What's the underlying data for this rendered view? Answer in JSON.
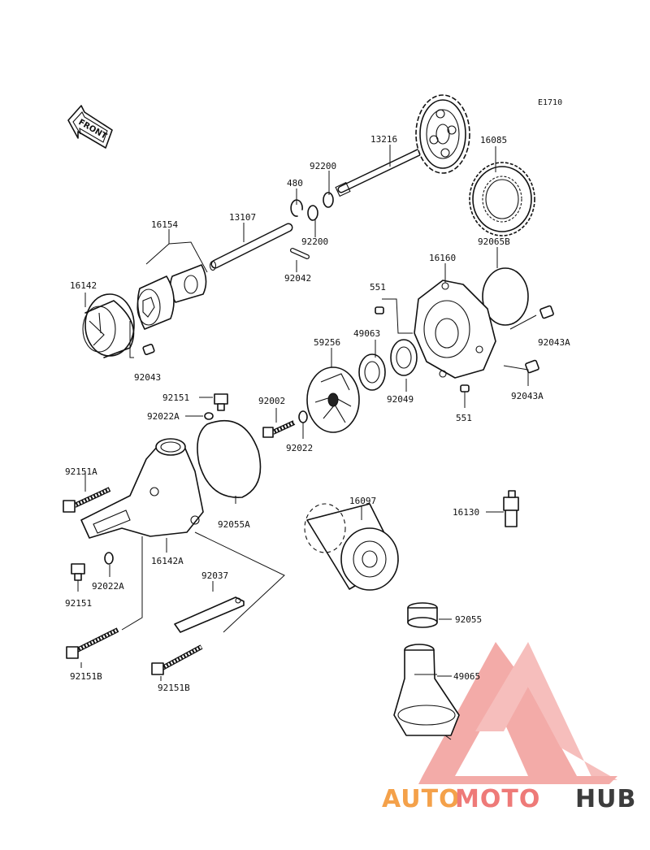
{
  "diagram": {
    "code": "E1710",
    "front_label": "FRONT",
    "parts": [
      {
        "id": "13216"
      },
      {
        "id": "16085"
      },
      {
        "id": "92200",
        "n": 1
      },
      {
        "id": "480"
      },
      {
        "id": "92200",
        "n": 2
      },
      {
        "id": "13107"
      },
      {
        "id": "16154"
      },
      {
        "id": "92042"
      },
      {
        "id": "92065B"
      },
      {
        "id": "16142"
      },
      {
        "id": "16160"
      },
      {
        "id": "551",
        "n": 1
      },
      {
        "id": "49063"
      },
      {
        "id": "59256"
      },
      {
        "id": "92043A",
        "n": 1
      },
      {
        "id": "92043"
      },
      {
        "id": "92049"
      },
      {
        "id": "92043A",
        "n": 2
      },
      {
        "id": "92151"
      },
      {
        "id": "92002"
      },
      {
        "id": "92022A",
        "n": 1
      },
      {
        "id": "551",
        "n": 2
      },
      {
        "id": "92022"
      },
      {
        "id": "92151A"
      },
      {
        "id": "92055A"
      },
      {
        "id": "16097"
      },
      {
        "id": "16130"
      },
      {
        "id": "16142A"
      },
      {
        "id": "92022A",
        "n": 2
      },
      {
        "id": "92151",
        "n": 2
      },
      {
        "id": "92037"
      },
      {
        "id": "92055"
      },
      {
        "id": "92151B",
        "n": 1
      },
      {
        "id": "92151B",
        "n": 2
      },
      {
        "id": "49065"
      }
    ]
  },
  "watermark": {
    "brand_part1": "AUTO",
    "brand_part2": "MOTO",
    "brand_part3": "HUB",
    "colors": {
      "auto": "#f4a14a",
      "moto": "#ee7a78",
      "hub": "#3c3c3c",
      "logo": "#ef8f8c"
    }
  }
}
